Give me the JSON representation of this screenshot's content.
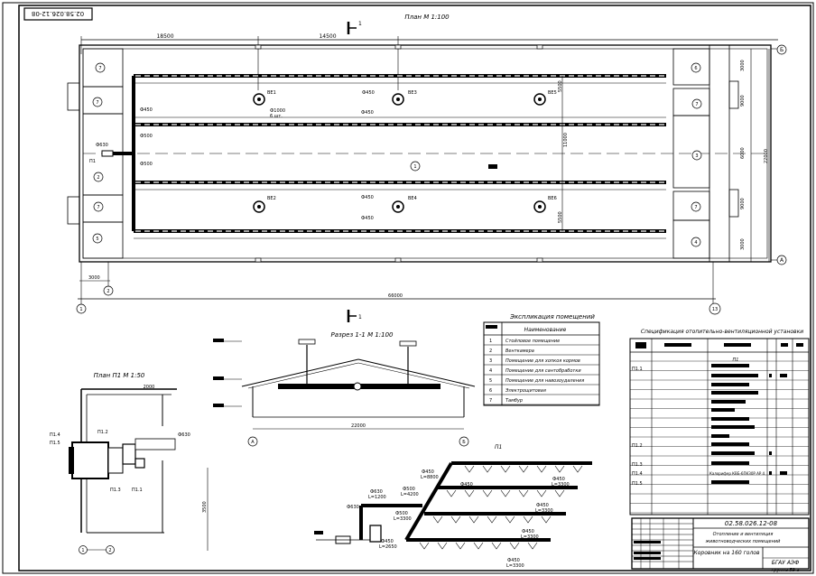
{
  "stamp_code": "02.58.026.12-08",
  "plan_title": "План М 1:100",
  "section_mark": "1",
  "plan": {
    "dim_left": "18500",
    "dim_top": "14500",
    "dim_pipe_end": "3000",
    "dim_total": "66000",
    "dim_right_1": "3000",
    "dim_right_2": "9000",
    "dim_right_3": "6000",
    "dim_right_4": "9000",
    "dim_right_5": "3000",
    "dim_right_total": "22000",
    "dim_inner_1": "5500",
    "dim_inner_2": "11000",
    "dim_inner_3": "5500",
    "axis_b": "Б",
    "axis_a": "А",
    "axis_1": "1",
    "axis_13": "13",
    "axis_2": "2",
    "fans": [
      "ВЕ1",
      "ВЕ3",
      "ВЕ5",
      "ВЕ2",
      "ВЕ4",
      "ВЕ6"
    ],
    "fan_note_1": "Ф1000",
    "fan_note_2": "6 шт.",
    "pipe_labels": [
      "Ф450",
      "Ф450",
      "Ф450",
      "Ф450",
      "Ф500",
      "Ф500",
      "Ф450",
      "Ф630"
    ],
    "p1_label": "П1",
    "room_numbers": [
      "1",
      "2",
      "3",
      "4",
      "5",
      "6",
      "7"
    ]
  },
  "legend": {
    "title": "Экспликация помещений",
    "header": "Наименование",
    "rows": [
      {
        "n": "1",
        "name": "Стойловое помещение"
      },
      {
        "n": "2",
        "name": "Венткамера"
      },
      {
        "n": "3",
        "name": "Помещение для хопкоя кормов"
      },
      {
        "n": "4",
        "name": "Помещение для сантобработки"
      },
      {
        "n": "5",
        "name": "Помещение для навозоудаления"
      },
      {
        "n": "6",
        "name": "Электрощитовая"
      },
      {
        "n": "7",
        "name": "Тамбур"
      }
    ]
  },
  "section": {
    "title": "Разрез 1-1 М 1:100",
    "dim": "22000",
    "axis_a": "А",
    "axis_b": "Б"
  },
  "plan_p1": {
    "title": "План П1 М 1:50",
    "dim_top": "2000",
    "dim_side": "3500",
    "labels": [
      "П1.4",
      "П1.5",
      "П1.2",
      "П1.3",
      "П1.1"
    ],
    "pipe": "Ф630",
    "axis_1": "1",
    "axis_2": "2"
  },
  "axon": {
    "title": "П1",
    "labels": [
      "Ф630",
      "L=1200",
      "Ф500",
      "L=4200",
      "Ф500",
      "L=3300",
      "Ф450",
      "L=2650",
      "Ф450",
      "L=8800",
      "Ф450",
      "L=3300",
      "Ф450",
      "L=3300",
      "Ф450",
      "L=3300"
    ]
  },
  "spec": {
    "title": "Спецификация отопительно-вентиляционной установки",
    "group": "П1",
    "positions": [
      "П1.1",
      "П1.2",
      "П1.3",
      "П1.4",
      "П1.5"
    ],
    "calorifer": "Калорифер КВБ-6ПКЗ0Р АР 4"
  },
  "title_block": {
    "code": "02.58.026.12-08",
    "line1": "Отопление и вентиляция",
    "line2": "животноводческих помещений",
    "building": "Коровник на 160 голов",
    "org_1": "БГАУ АЭФ",
    "org_2": "группа 59 а"
  }
}
